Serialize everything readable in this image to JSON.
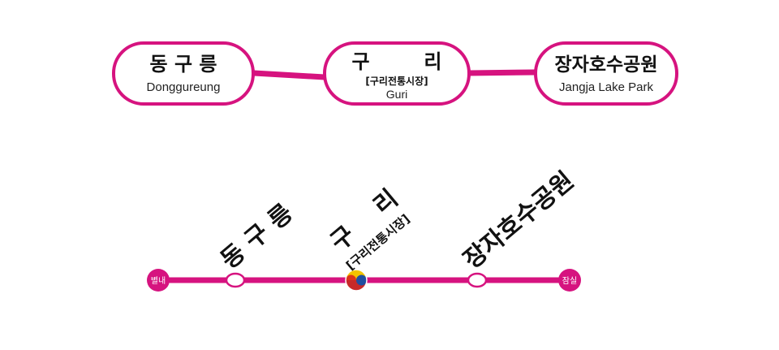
{
  "line_color": "#d6137f",
  "top_stations": [
    {
      "name_ko": "동 구 릉",
      "name_sub": "",
      "name_en": "Donggureung"
    },
    {
      "name_ko": "구        리",
      "name_sub": "[구리전통시장]",
      "name_en": "Guri"
    },
    {
      "name_ko": "장자호수공원",
      "name_sub": "",
      "name_en": "Jangja Lake Park"
    }
  ],
  "map": {
    "end_left": "별내",
    "end_right": "잠실",
    "stations": [
      {
        "name": "동 구 릉",
        "sub": ""
      },
      {
        "name": "구    리",
        "sub": "[구리전통시장]"
      },
      {
        "name": "장자호수공원",
        "sub": ""
      }
    ]
  },
  "transfer_colors": [
    "#f3c300",
    "#1f4ea1",
    "#d9261c"
  ]
}
